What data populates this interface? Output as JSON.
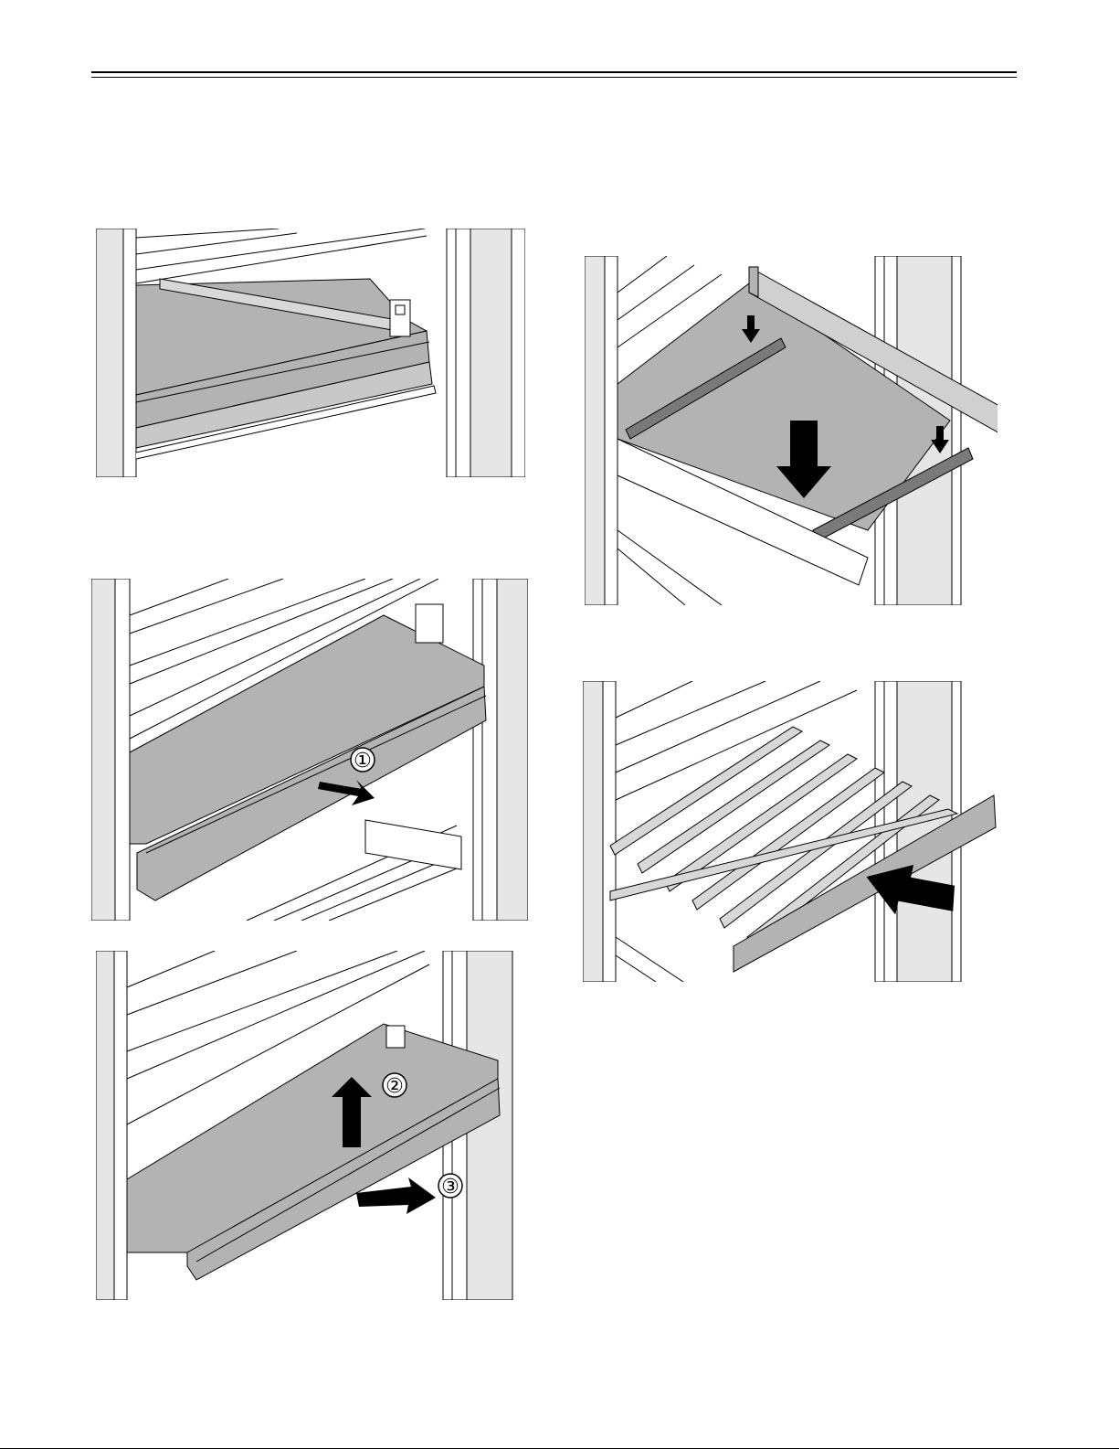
{
  "colors": {
    "wall": "#e6e6e6",
    "shelf": "#b3b3b3",
    "shelf_edge": "#9c9c9c",
    "rail_dark": "#7a7a7a",
    "line": "#000000"
  },
  "figures": [
    {
      "id": "fig1",
      "icon": "shelf-installed-illustration"
    },
    {
      "id": "fig2",
      "icon": "shelf-pull-out-illustration",
      "steps": [
        "①"
      ]
    },
    {
      "id": "fig3",
      "icon": "shelf-lift-and-remove-illustration",
      "steps": [
        "②",
        "③"
      ]
    },
    {
      "id": "fig4",
      "icon": "shelf-insert-down-illustration"
    },
    {
      "id": "fig5",
      "icon": "rack-push-in-illustration"
    }
  ]
}
